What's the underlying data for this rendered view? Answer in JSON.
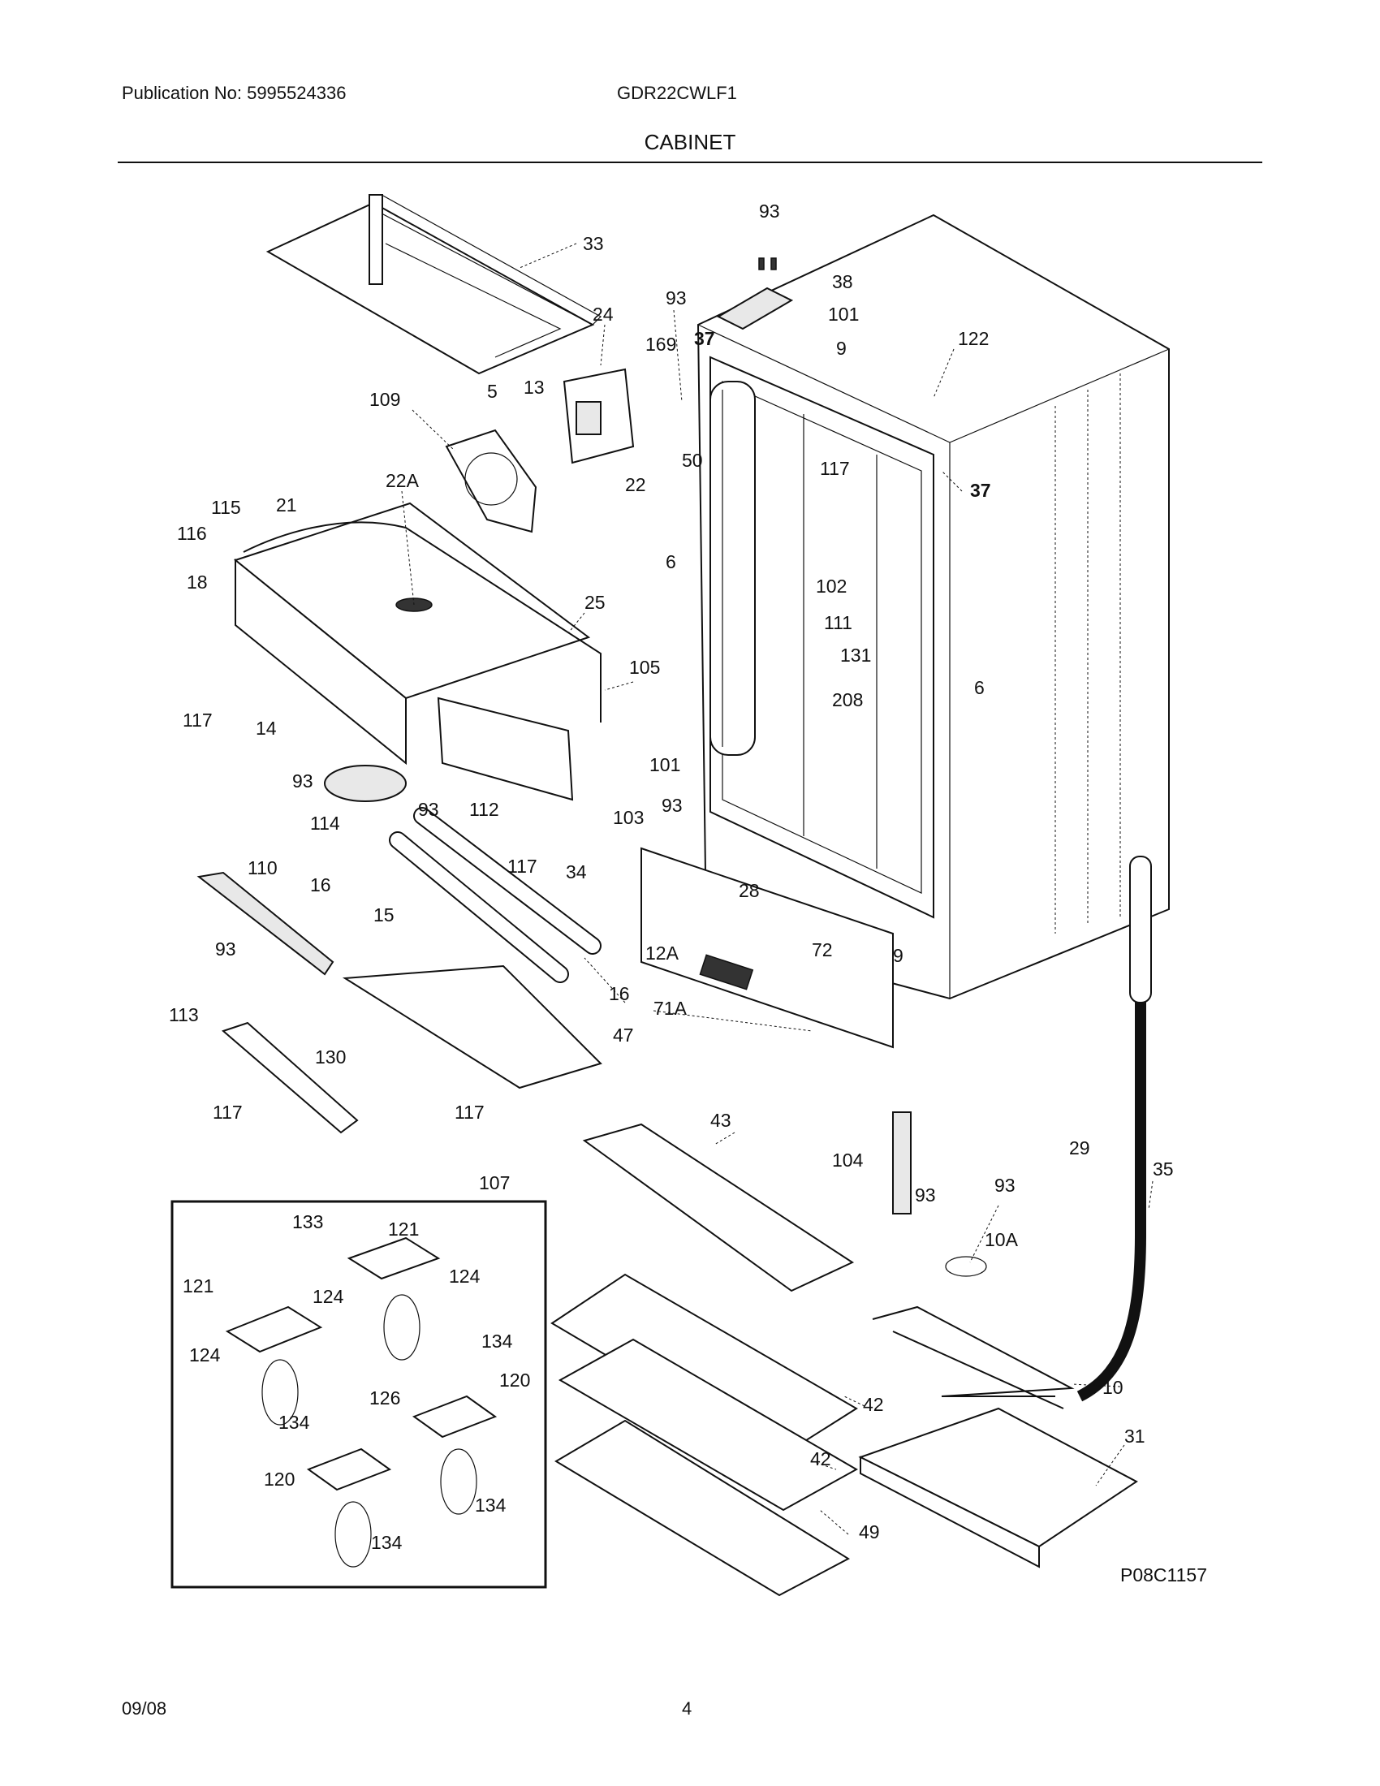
{
  "header": {
    "publication": "Publication No: 5995524336",
    "model": "GDR22CWLF1",
    "title": "CABINET"
  },
  "footer": {
    "date": "09/08",
    "page": "4"
  },
  "diagram": {
    "code": "P08C1157",
    "inset_label": "107",
    "labels": [
      "33",
      "24",
      "93",
      "169",
      "37",
      "38",
      "101",
      "9",
      "122",
      "93",
      "109",
      "5",
      "13",
      "50",
      "22A",
      "22",
      "117",
      "102",
      "111",
      "131",
      "208",
      "6",
      "6",
      "115",
      "116",
      "21",
      "25",
      "18",
      "105",
      "117",
      "14",
      "93",
      "93",
      "114",
      "112",
      "117",
      "101",
      "93",
      "103",
      "28",
      "110",
      "16",
      "34",
      "15",
      "72",
      "9",
      "12A",
      "16",
      "71A",
      "93",
      "113",
      "130",
      "47",
      "117",
      "117",
      "43",
      "104",
      "29",
      "35",
      "93",
      "93",
      "10A",
      "10",
      "42",
      "42",
      "49",
      "31",
      "133",
      "121",
      "121",
      "124",
      "124",
      "124",
      "134",
      "126",
      "134",
      "120",
      "120",
      "134",
      "134",
      "37"
    ]
  }
}
